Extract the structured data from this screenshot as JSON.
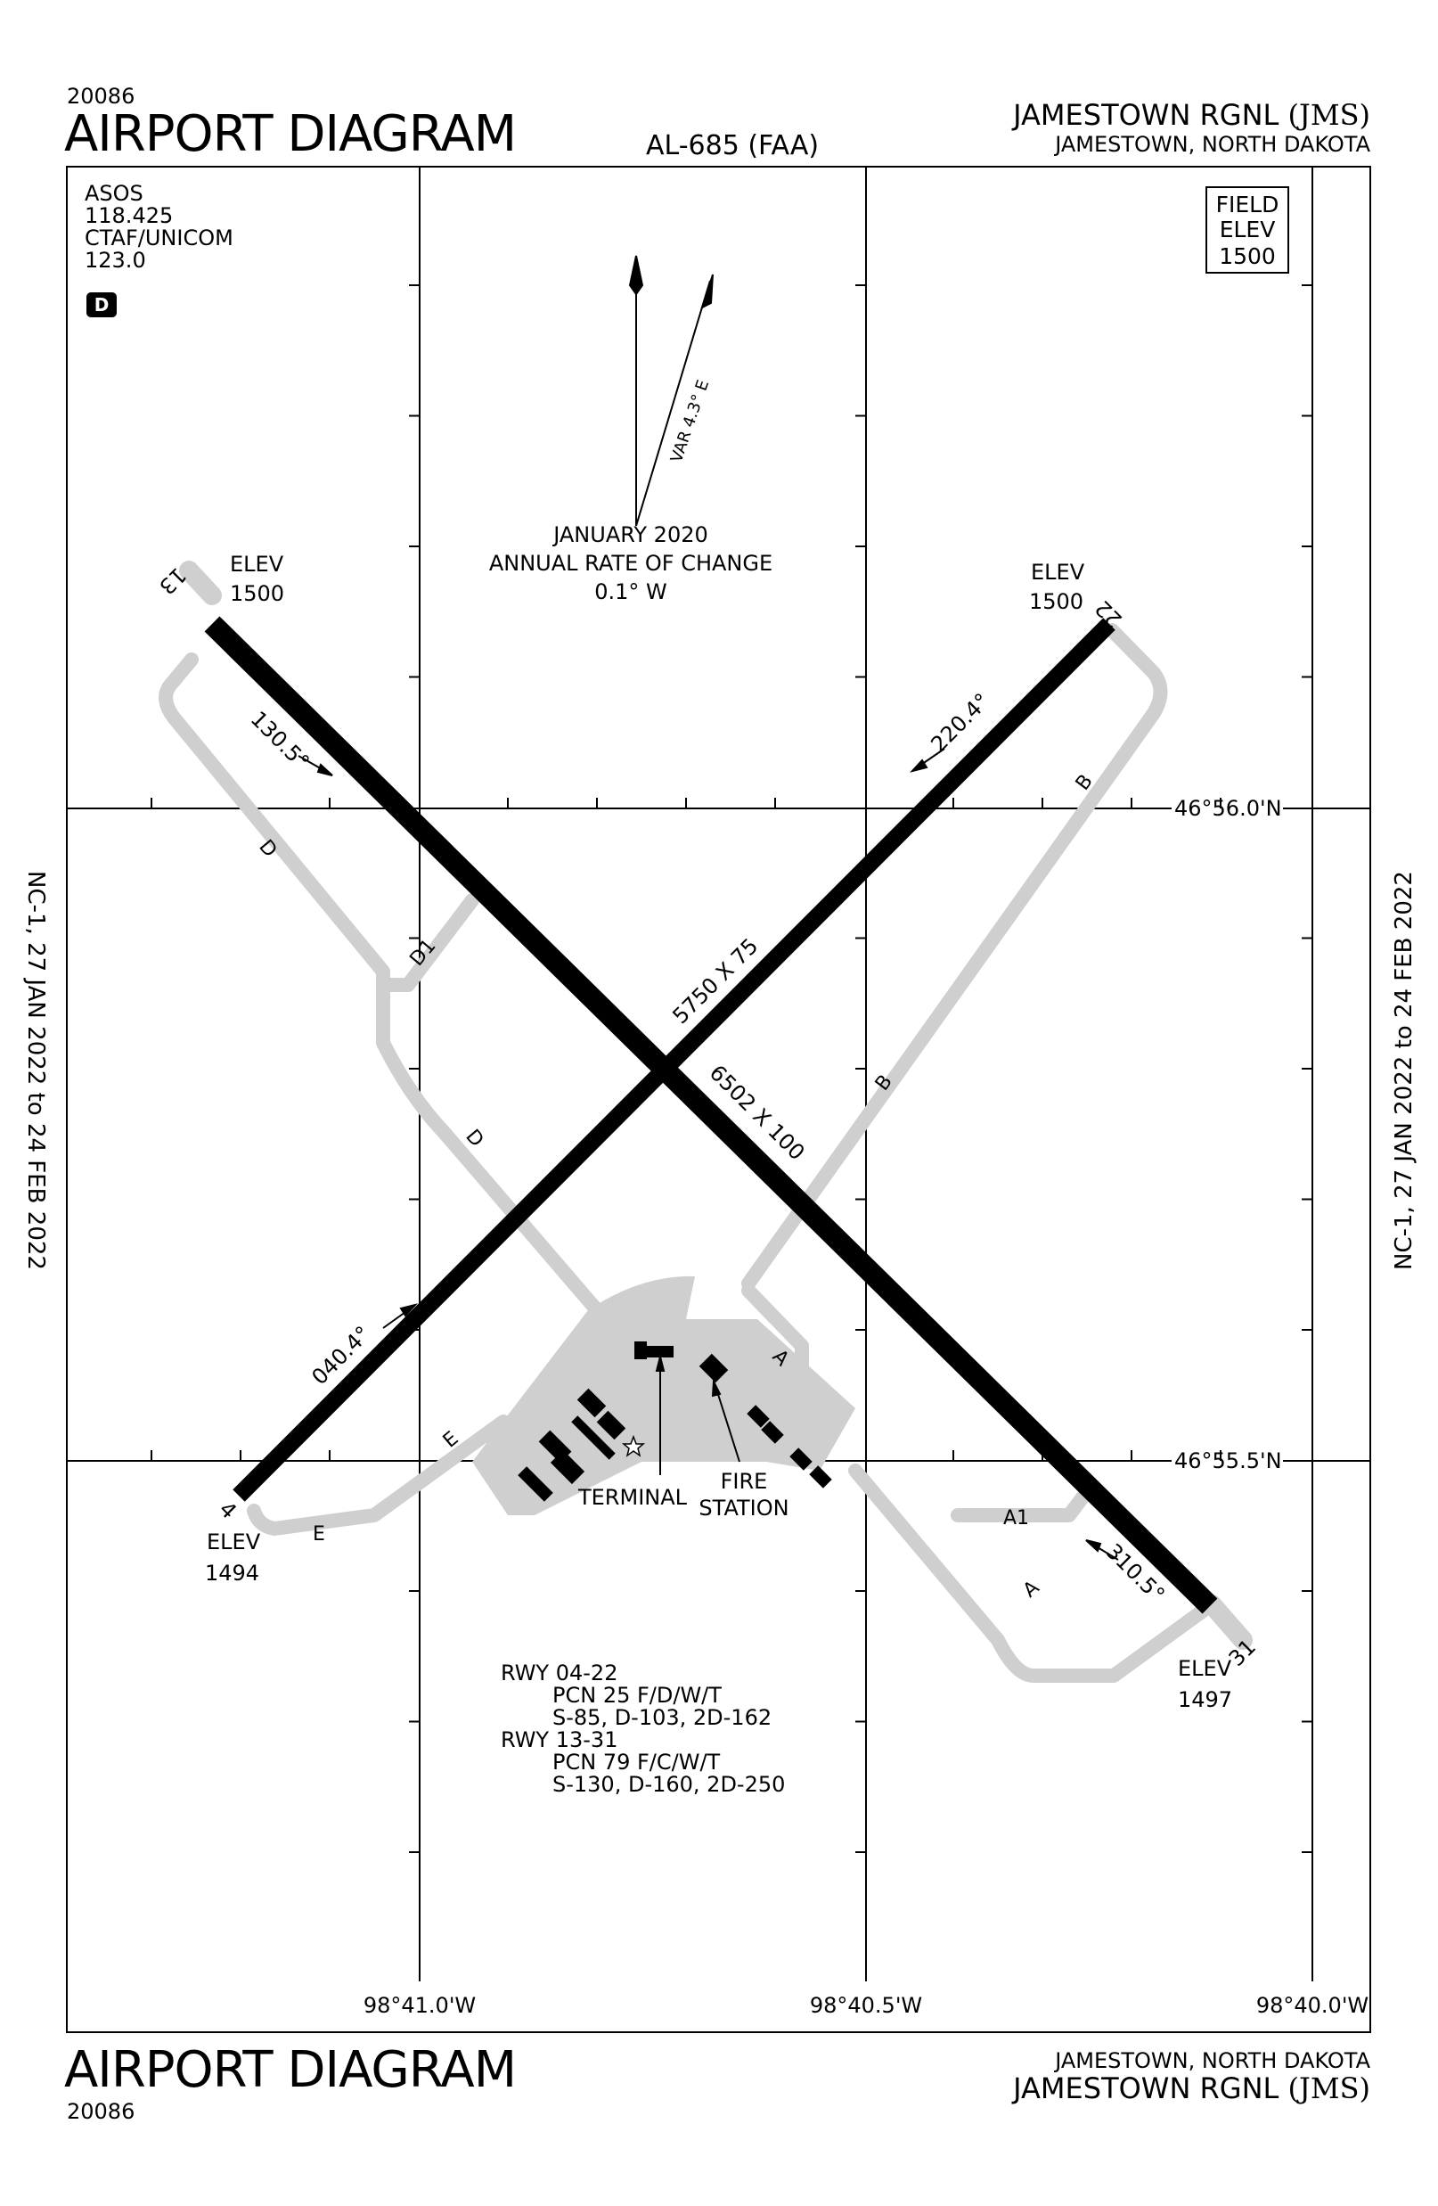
{
  "header": {
    "chart_number": "20086",
    "title": "AIRPORT DIAGRAM",
    "al_number": "AL-685 (FAA)",
    "airport_name": "JAMESTOWN RGNL",
    "airport_id": "(JMS)",
    "location": "JAMESTOWN, NORTH DAKOTA"
  },
  "footer": {
    "chart_number": "20086",
    "title": "AIRPORT DIAGRAM",
    "airport_name": "JAMESTOWN RGNL",
    "airport_id": "(JMS)",
    "location": "JAMESTOWN, NORTH DAKOTA"
  },
  "side_label": "NC-1,  27 JAN 2022  to  24 FEB 2022",
  "comms": {
    "asos_label": "ASOS",
    "asos_freq": "118.425",
    "ctaf_label": "CTAF/UNICOM",
    "ctaf_freq": "123.0",
    "badge": "D"
  },
  "field_elev": {
    "line1": "FIELD",
    "line2": "ELEV",
    "value": "1500"
  },
  "magvar": {
    "label": "VAR 4.3° E",
    "date": "JANUARY 2020",
    "rate_label": "ANNUAL RATE OF CHANGE",
    "rate": "0.1° W"
  },
  "runways": {
    "rwy13": {
      "num": "13",
      "elev_label": "ELEV",
      "elev": "1500",
      "heading": "130.5°"
    },
    "rwy31": {
      "num": "31",
      "elev_label": "ELEV",
      "elev": "1497",
      "heading": "310.5°"
    },
    "rwy04": {
      "num": "4",
      "elev_label": "ELEV",
      "elev": "1494",
      "heading": "040.4°"
    },
    "rwy22": {
      "num": "22",
      "elev_label": "ELEV",
      "elev": "1500",
      "heading": "220.4°"
    },
    "dims_13_31": "6502 X 100",
    "dims_04_22": "5750 X 75"
  },
  "taxiways": {
    "D": "D",
    "D1": "D1",
    "B": "B",
    "A": "A",
    "A1": "A1",
    "E": "E"
  },
  "facilities": {
    "terminal": "TERMINAL",
    "fire_line1": "FIRE",
    "fire_line2": "STATION"
  },
  "coordinates": {
    "lat_top": "46°56.0'N",
    "lat_bottom": "46°55.5'N",
    "lon_left": "98°41.0'W",
    "lon_mid": "98°40.5'W",
    "lon_right": "98°40.0'W"
  },
  "pavement": {
    "rwy1_label": "RWY 04-22",
    "rwy1_pcn": "PCN 25 F/D/W/T",
    "rwy1_weights": "S-85, D-103, 2D-162",
    "rwy2_label": "RWY 13-31",
    "rwy2_pcn": "PCN 79 F/C/W/T",
    "rwy2_weights": "S-130, D-160, 2D-250"
  },
  "colors": {
    "runway": "#000000",
    "taxiway": "#cfcfcf",
    "building": "#000000",
    "grid": "#000000"
  }
}
